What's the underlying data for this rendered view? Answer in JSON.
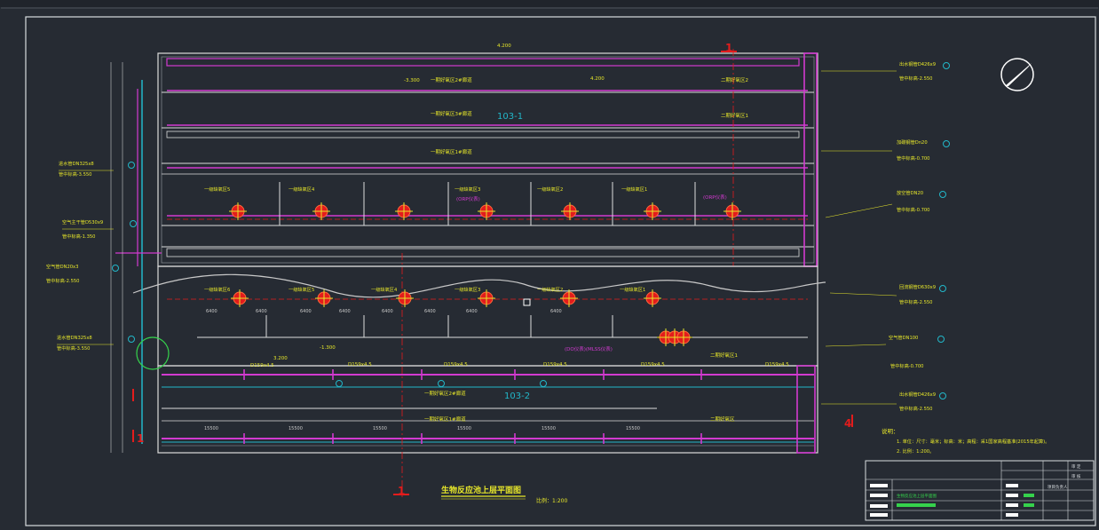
{
  "drawing": {
    "title": "生物反应池上层平面图",
    "scale": "比例：1:200",
    "pool_ids": [
      "103-1",
      "103-2"
    ],
    "section_marks": {
      "top": "1",
      "bottom": "1",
      "left": "1",
      "right": "4"
    },
    "pool1_channels": [
      "一期好氧区2#廊道",
      "一期好氧区3#廊道",
      "一期好氧区1#廊道"
    ],
    "pool1_anoxic": [
      "二期好氧区2",
      "二期好氧区1"
    ],
    "pool2_channels": [
      "一期好氧区2#廊道",
      "一期好氧区1#廊道"
    ],
    "pool2_anoxic": [
      "二期好氧区1",
      "二期好氧区"
    ],
    "zone_row1": [
      "一级缺氧区5",
      "一级缺氧区4",
      "一级缺氧区3",
      "一级缺氧区2",
      "一级缺氧区1"
    ],
    "zone_row2": [
      "一级缺氧区6",
      "一级缺氧区5",
      "一级缺氧区4",
      "一级缺氧区3",
      "一级缺氧区2",
      "一级缺氧区1"
    ],
    "dim_row": [
      "6400",
      "6400",
      "6400",
      "6400",
      "6400",
      "6400",
      "6400",
      "6400"
    ],
    "dim_bottom": [
      "15500",
      "15500",
      "15500",
      "15500",
      "15500",
      "15500"
    ],
    "pipes": [
      "D159x4.5",
      "D159x4.5",
      "D159x4.5",
      "D159x4.5",
      "D159x4.5",
      "D159x4.5"
    ],
    "elevations": [
      "4.200",
      "-3.300",
      "4.200",
      "-1.300",
      "3.200"
    ],
    "orp": [
      "(ORP仪表)",
      "(ORP仪表)",
      "(DO仪表)(MLSS仪表)"
    ],
    "left_notes": [
      "空气主干管D530x9",
      "管中标高-1.350",
      "进水管DN325x8",
      "管中标高-3.550",
      "进水管DN325x8",
      "管中标高-3.550",
      "空气管DN20x3",
      "管中标高-2.550"
    ],
    "right_notes": [
      "出水钢管D426x9",
      "管中标高-2.550",
      "加碳钢管Dn20",
      "管中标高-0.700",
      "放空管DN20",
      "管中标高-0.700",
      "回流钢管D630x9",
      "管中标高-2.550",
      "空气管DN100",
      "管中标高-0.700",
      "出水钢管D426x9",
      "管中标高-2.550"
    ],
    "notes_title": "说明：",
    "notes": [
      "1. 单位：尺寸：毫米；标高：米；高程：采1国家高程基准(2015年起算)。",
      "2. 比例：1:200。"
    ],
    "title_block": {
      "rows": [
        "审 定",
        "审 核",
        "项目负责人"
      ],
      "project": "生物反应池上层平面图",
      "green_marks": [
        "",
        ""
      ]
    }
  },
  "colors": {
    "background": "#262b33",
    "frame": "#d8dcdf",
    "wall": "#dcdcdc",
    "pipe_magenta": "#d23ad0",
    "pipe_cyan": "#22b7c9",
    "text_yellow": "#e6e62a",
    "text_green": "#35d24c",
    "red": "#e31c1c",
    "dim_white": "#c8c8c8"
  },
  "icons": [
    "north-arrow-icon",
    "aerator-icon",
    "section-mark-icon",
    "valve-icon"
  ]
}
